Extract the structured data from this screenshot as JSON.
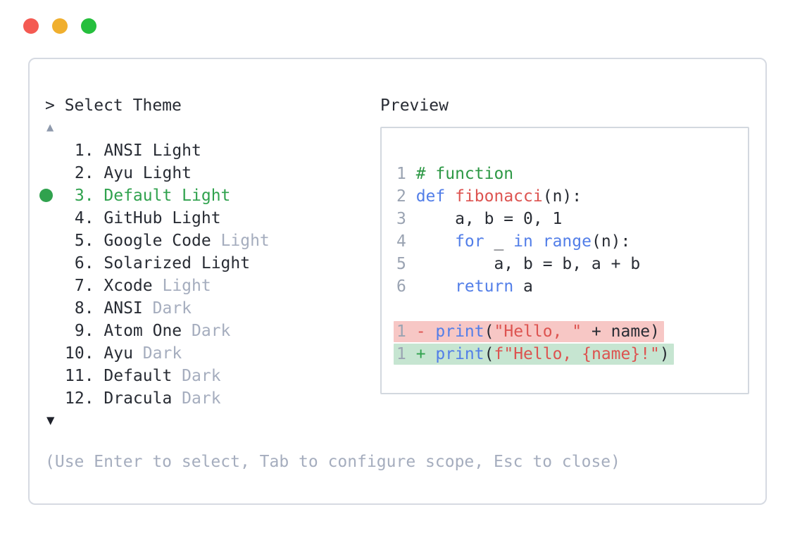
{
  "colors": {
    "accent_green": "#30a24e",
    "text_dark": "#282c34",
    "text_muted": "#a5adbe",
    "line_number": "#9aa3b2",
    "keyword_blue": "#527ee8",
    "string_red": "#dd5350",
    "comment_green": "#2d9845",
    "diff_removed_bg": "#f7c7c5",
    "diff_added_bg": "#c6e5d1",
    "traffic_red": "#f45a52",
    "traffic_yellow": "#f0af2e",
    "traffic_green": "#25bf3d"
  },
  "window": {
    "traffic_lights": [
      {
        "name": "close",
        "color_key": "traffic_red"
      },
      {
        "name": "minimize",
        "color_key": "traffic_yellow"
      },
      {
        "name": "zoom",
        "color_key": "traffic_green"
      }
    ]
  },
  "theme_picker": {
    "prompt": "> Select Theme",
    "scroll_up_icon": "▲",
    "scroll_down_icon": "▼",
    "items": [
      {
        "number": " 1.",
        "name": "ANSI",
        "suffix": "Light",
        "suffix_muted": false,
        "selected": false
      },
      {
        "number": " 2.",
        "name": "Ayu",
        "suffix": "Light",
        "suffix_muted": false,
        "selected": false
      },
      {
        "number": " 3.",
        "name": "Default",
        "suffix": "Light",
        "suffix_muted": false,
        "selected": true
      },
      {
        "number": " 4.",
        "name": "GitHub",
        "suffix": "Light",
        "suffix_muted": false,
        "selected": false
      },
      {
        "number": " 5.",
        "name": "Google Code",
        "suffix": "Light",
        "suffix_muted": true,
        "selected": false
      },
      {
        "number": " 6.",
        "name": "Solarized",
        "suffix": "Light",
        "suffix_muted": false,
        "selected": false
      },
      {
        "number": " 7.",
        "name": "Xcode",
        "suffix": "Light",
        "suffix_muted": true,
        "selected": false
      },
      {
        "number": " 8.",
        "name": "ANSI",
        "suffix": "Dark",
        "suffix_muted": true,
        "selected": false
      },
      {
        "number": " 9.",
        "name": "Atom One",
        "suffix": "Dark",
        "suffix_muted": true,
        "selected": false
      },
      {
        "number": "10.",
        "name": "Ayu",
        "suffix": "Dark",
        "suffix_muted": true,
        "selected": false
      },
      {
        "number": "11.",
        "name": "Default",
        "suffix": "Dark",
        "suffix_muted": true,
        "selected": false
      },
      {
        "number": "12.",
        "name": "Dracula",
        "suffix": "Dark",
        "suffix_muted": true,
        "selected": false
      }
    ],
    "hint": "(Use Enter to select, Tab to configure scope, Esc to close)"
  },
  "preview": {
    "title": "Preview",
    "code_lines": [
      {
        "number": "1",
        "tokens": [
          {
            "text": "# function",
            "type": "comment"
          }
        ]
      },
      {
        "number": "2",
        "tokens": [
          {
            "text": "def",
            "type": "keyword"
          },
          {
            "text": " ",
            "type": "plain"
          },
          {
            "text": "fibonacci",
            "type": "function"
          },
          {
            "text": "(n):",
            "type": "plain"
          }
        ]
      },
      {
        "number": "3",
        "tokens": [
          {
            "text": "    a, b = 0, 1",
            "type": "plain"
          }
        ]
      },
      {
        "number": "4",
        "tokens": [
          {
            "text": "    ",
            "type": "plain"
          },
          {
            "text": "for",
            "type": "keyword"
          },
          {
            "text": " _ ",
            "type": "plain"
          },
          {
            "text": "in",
            "type": "keyword"
          },
          {
            "text": " ",
            "type": "plain"
          },
          {
            "text": "range",
            "type": "keyword"
          },
          {
            "text": "(n):",
            "type": "plain"
          }
        ]
      },
      {
        "number": "5",
        "tokens": [
          {
            "text": "        a, b = b, a + b",
            "type": "plain"
          }
        ]
      },
      {
        "number": "6",
        "tokens": [
          {
            "text": "    ",
            "type": "plain"
          },
          {
            "text": "return",
            "type": "keyword"
          },
          {
            "text": " a",
            "type": "plain"
          }
        ]
      }
    ],
    "diff_lines": [
      {
        "number": "1",
        "kind": "removed",
        "tokens": [
          {
            "text": " - ",
            "type": "removed-sign"
          },
          {
            "text": "print",
            "type": "keyword"
          },
          {
            "text": "(",
            "type": "plain"
          },
          {
            "text": "\"Hello, \"",
            "type": "string"
          },
          {
            "text": " + name)",
            "type": "plain"
          }
        ]
      },
      {
        "number": "1",
        "kind": "added",
        "tokens": [
          {
            "text": " + ",
            "type": "added-sign"
          },
          {
            "text": "print",
            "type": "keyword"
          },
          {
            "text": "(",
            "type": "plain"
          },
          {
            "text": "f\"Hello, {name}!\"",
            "type": "string"
          },
          {
            "text": ")",
            "type": "plain"
          }
        ]
      }
    ]
  }
}
